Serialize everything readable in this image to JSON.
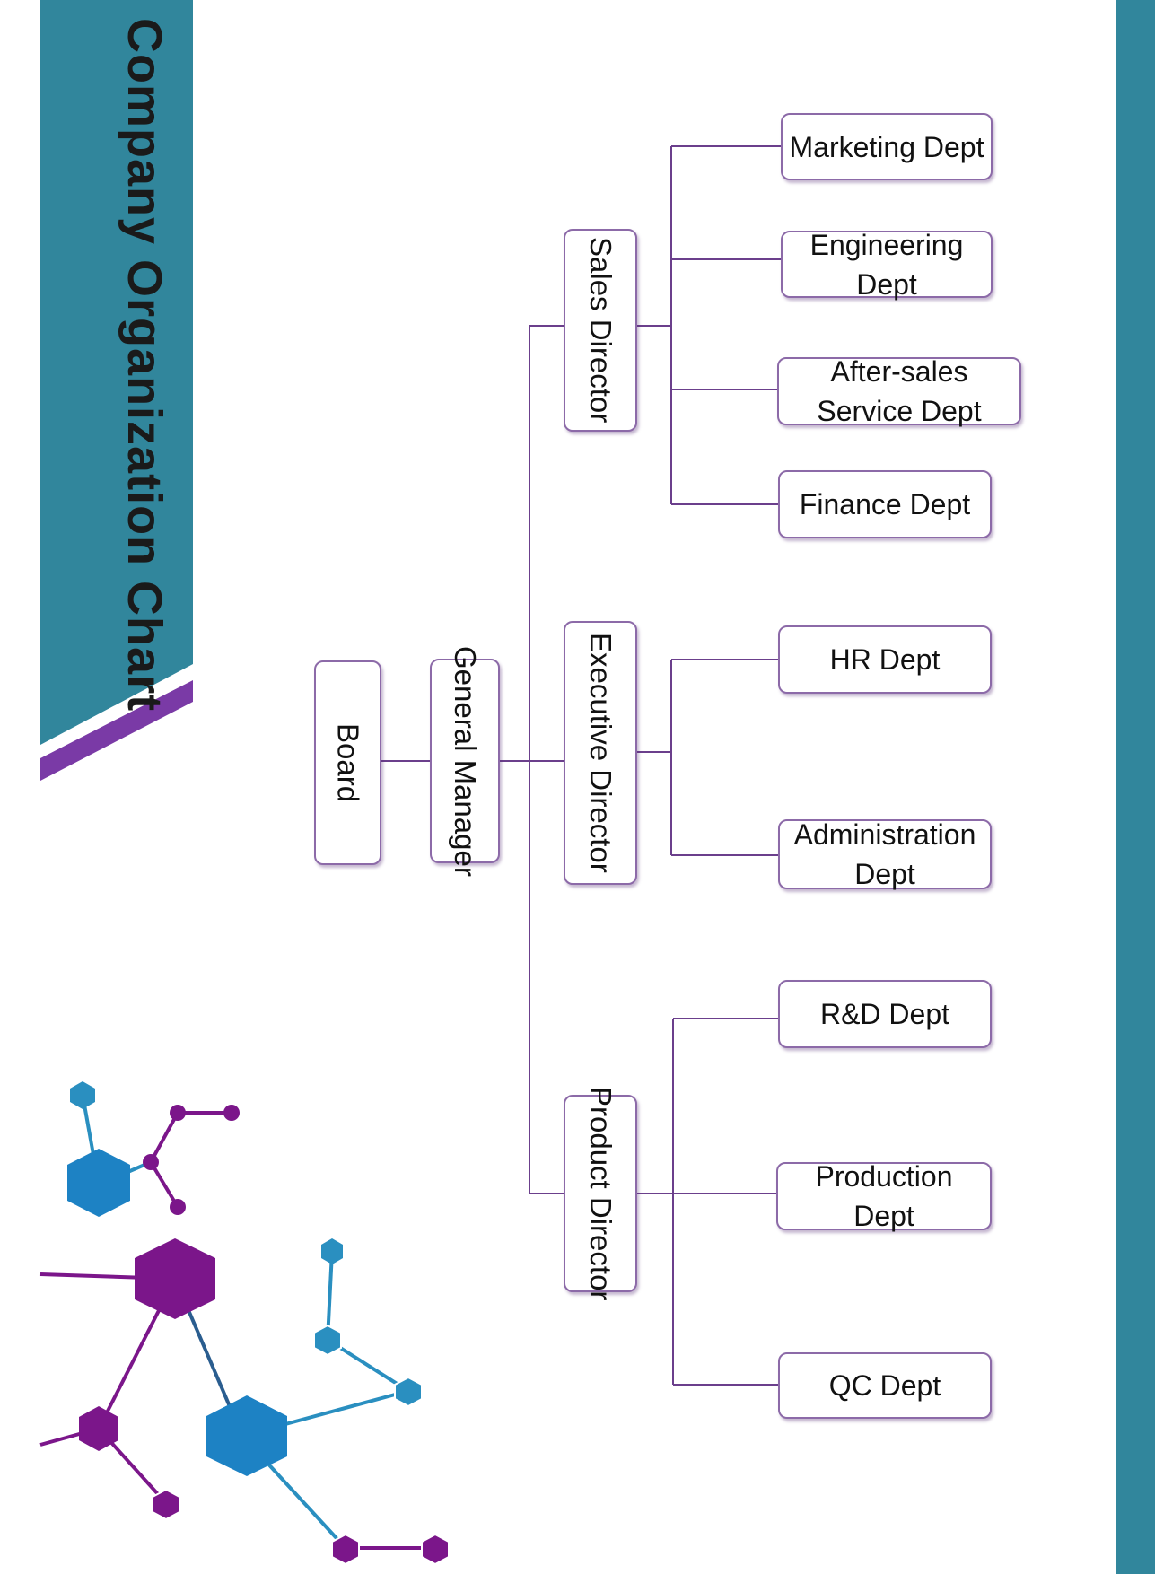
{
  "title": "Company Organization Chart",
  "chart": {
    "board": "Board",
    "general_manager": "General Manager",
    "directors": [
      {
        "name": "Sales Director",
        "departments": [
          "Marketing Dept",
          "Engineering Dept",
          "After-sales Service Dept",
          "Finance Dept"
        ]
      },
      {
        "name": "Executive Director",
        "departments": [
          "HR Dept",
          "Administration Dept"
        ]
      },
      {
        "name": "Product Director",
        "departments": [
          "R&D Dept",
          "Production Dept",
          "QC Dept"
        ]
      }
    ]
  },
  "colors": {
    "teal": "#31869c",
    "purple": "#7a3aa6",
    "connector": "#6b3f8c",
    "molecule_blue": "#1d82c4",
    "molecule_purple": "#7b168a"
  }
}
